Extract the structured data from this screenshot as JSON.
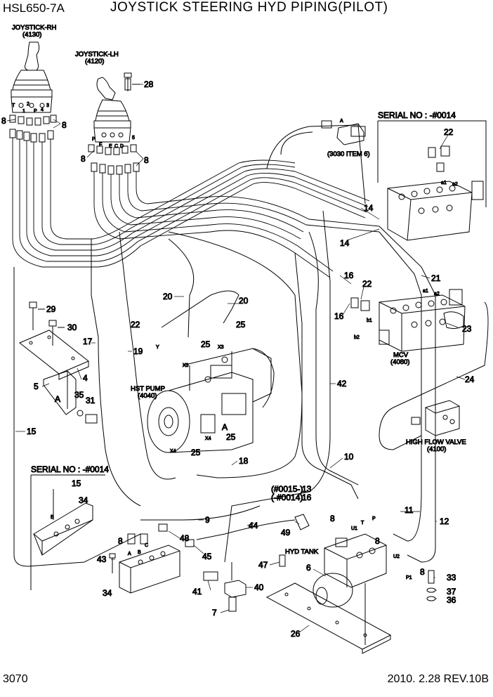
{
  "header": {
    "model": "HSL650-7A",
    "title": "JOYSTICK STEERING HYD PIPING(PILOT)"
  },
  "footer": {
    "page_number": "3070",
    "date_rev": "2010. 2.28  REV.10B"
  },
  "labels": {
    "joystick_rh": "JOYSTICK-RH",
    "joystick_rh_code": "(4130)",
    "joystick_lh": "JOYSTICK-LH",
    "joystick_lh_code": "(4120)",
    "item_3030": "(3030 ITEM 6)",
    "serial_top": "SERIAL NO : -#0014",
    "serial_left": "SERIAL NO : -#0014",
    "hst_pump": "HST PUMP",
    "hst_pump_code": "(4040)",
    "mcv": "MCV",
    "mcv_code": "(4080)",
    "high_flow_valve": "HIGH FLOW VALVE",
    "high_flow_code": "(4100)",
    "hyd_tank": "HYD TANK",
    "serial_range_a": "(#0015-)",
    "serial_range_b": "(-#0014)",
    "view_a1": "A",
    "view_a2": "A"
  },
  "ports": {
    "t": "T",
    "one": "1",
    "two": "2",
    "three": "3",
    "four": "4",
    "p": "P",
    "lh_p": "P",
    "lh_f": "F",
    "lh_e": "E",
    "lh_c": "C",
    "lh_d": "D",
    "lh_5": "5",
    "a": "A",
    "a1": "a1",
    "a2": "a2",
    "b1": "b1",
    "b2": "b2",
    "x3": "X3",
    "x4": "X4",
    "y": "Y",
    "u1": "U1",
    "u2": "U2",
    "p1": "P1",
    "t2": "T",
    "p2": "P",
    "b": "B",
    "c": "C",
    "bb": "B",
    "aa": "A"
  },
  "parts": {
    "n28": "28",
    "n8a": "8",
    "n8b": "8",
    "n8c": "8",
    "n8d": "8",
    "n8e": "8",
    "n8f": "8",
    "n8g": "8",
    "n8h": "8",
    "n22a": "22",
    "n22b": "22",
    "n22c": "22",
    "n14a": "14",
    "n14b": "14",
    "n16a": "16",
    "n16b": "16",
    "n21": "21",
    "n23": "23",
    "n24": "24",
    "n20a": "20",
    "n20b": "20",
    "n25a": "25",
    "n25b": "25",
    "n25c": "25",
    "n25d": "25",
    "n29": "29",
    "n30": "30",
    "n4": "4",
    "n5": "5",
    "n35": "35",
    "n31": "31",
    "n17": "17",
    "n19": "19",
    "n15a": "15",
    "n15b": "15",
    "n18": "18",
    "n42": "42",
    "n10": "10",
    "n13": "13",
    "n16c": "16",
    "n11": "11",
    "n12": "12",
    "n34a": "34",
    "n34b": "34",
    "n9": "9",
    "n44": "44",
    "n49": "49",
    "n48": "48",
    "n45": "45",
    "n43": "43",
    "n47": "47",
    "n6": "6",
    "n40": "40",
    "n41": "41",
    "n7": "7",
    "n26": "26",
    "n33": "33",
    "n37": "37",
    "n36": "36"
  }
}
